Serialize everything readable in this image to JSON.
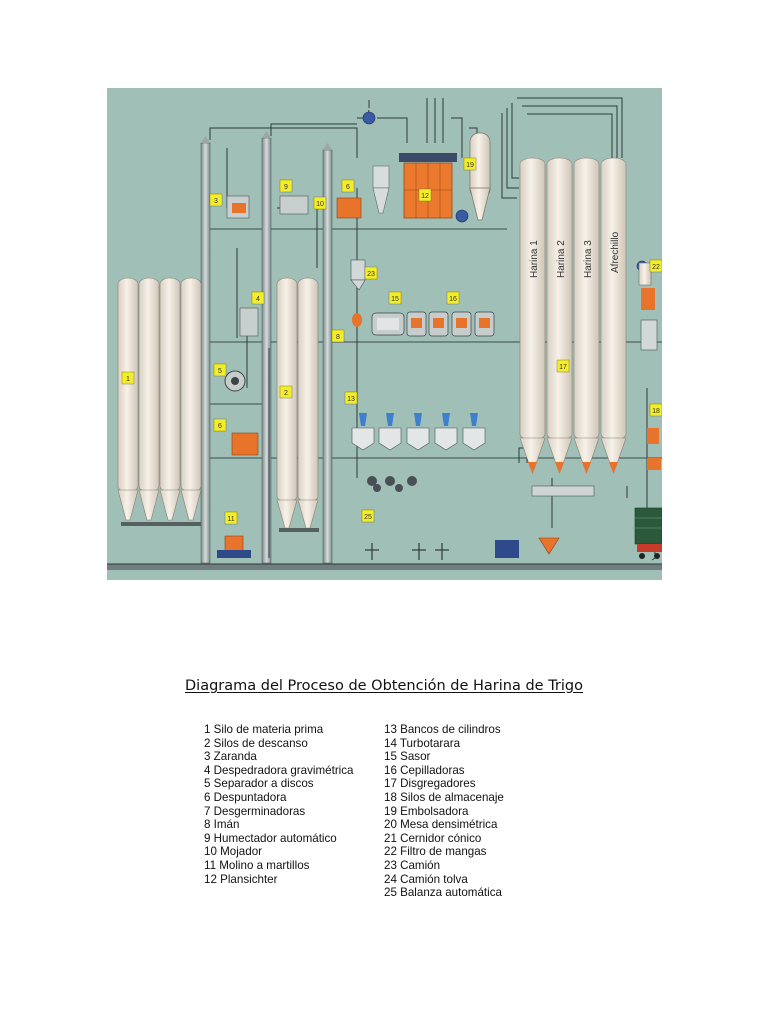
{
  "diagram": {
    "silo_labels": [
      "Harina 1",
      "Harina 2",
      "Harina 3",
      "Afrechillo"
    ],
    "tags": [
      "1",
      "2",
      "3",
      "4",
      "5",
      "6",
      "6",
      "8",
      "9",
      "10",
      "11",
      "12",
      "13",
      "15",
      "16",
      "17",
      "18",
      "19",
      "22",
      "23",
      "25"
    ],
    "colors": {
      "background": "#9fbfb7",
      "silo_fill": "#f3ece3",
      "machine_orange": "#e8742c",
      "machine_blue": "#3b5fa8",
      "tag_fill": "#f4ee2a",
      "line": "#3c4b4e"
    }
  },
  "title": "Diagrama del Proceso de Obtención de Harina de Trigo",
  "legend_left": [
    "1 Silo de materia prima",
    "2 Silos de descanso",
    "3 Zaranda",
    "4 Despedradora gravimétrica",
    "5 Separador a discos",
    "6 Despuntadora",
    "7 Desgerminadoras",
    "8 Imán",
    "9 Humectador automático",
    "10 Mojador",
    "11 Molino a martillos",
    "12 Plansichter"
  ],
  "legend_right": [
    "13 Bancos de cilindros",
    "14 Turbotarara",
    "15 Sasor",
    "16 Cepilladoras",
    "17 Disgregadores",
    "18 Silos de almacenaje",
    "19 Embolsadora",
    "20 Mesa densimétrica",
    "21 Cernidor cónico",
    "22 Filtro de mangas",
    "23 Camión",
    "24 Camión tolva",
    "25 Balanza automática"
  ]
}
